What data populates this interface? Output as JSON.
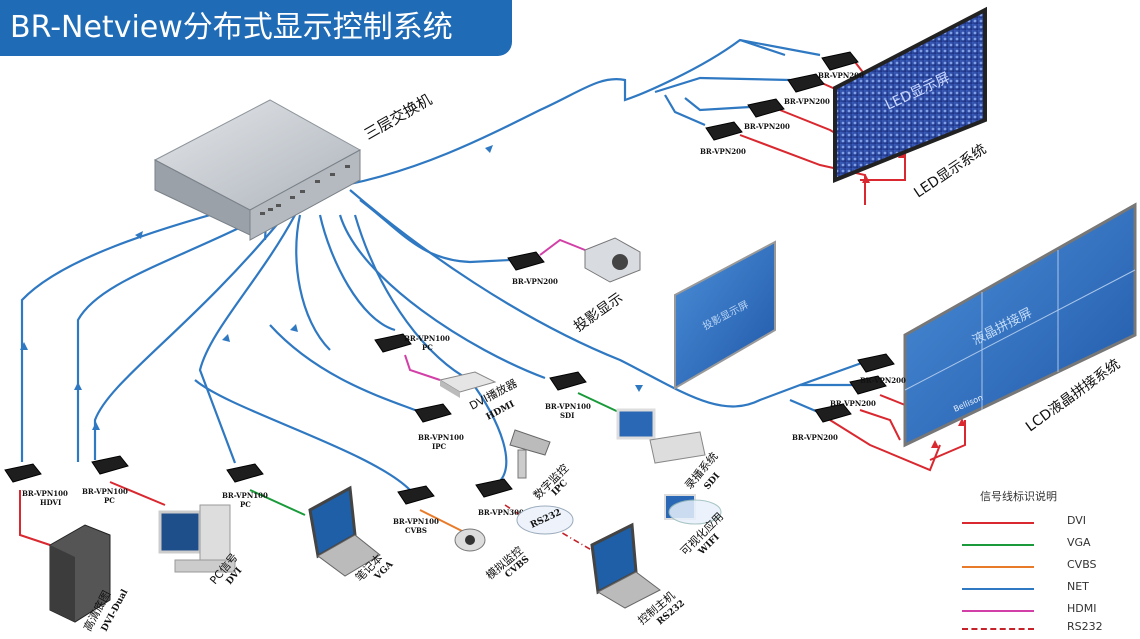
{
  "title": "BR-Netview分布式显示控制系统",
  "switch_label": "三层交换机",
  "displays": {
    "led": {
      "screen_text": "LED显示屏",
      "system_label": "LED显示系统"
    },
    "lcd": {
      "screen_text": "液晶拼接屏",
      "brand": "Bellison",
      "system_label": "LCD液晶拼接系统"
    },
    "projector": {
      "screen_text": "投影显示屏",
      "label": "投影显示"
    }
  },
  "encoders": {
    "led_1": "BR-VPN200",
    "led_2": "BR-VPN200",
    "led_3": "BR-VPN200",
    "led_4": "BR-VPN200",
    "projector": "BR-VPN200",
    "lcd_1": "BR-VPN200",
    "lcd_2": "BR-VPN200",
    "lcd_3": "BR-VPN200",
    "hdvi": {
      "model": "BR-VPN100",
      "port": "HDVI"
    },
    "pc_a": {
      "model": "BR-VPN100",
      "port": "PC"
    },
    "pc_b": {
      "model": "BR-VPN100",
      "port": "PC"
    },
    "pc_top": {
      "model": "BR-VPN100",
      "port": "PC"
    },
    "ipc": {
      "model": "BR-VPN100",
      "port": "IPC"
    },
    "sdi": {
      "model": "BR-VPN100",
      "port": "SDI"
    },
    "cvbs": {
      "model": "BR-VPN100",
      "port": "CVBS"
    },
    "vpn300": "BR-VPN300"
  },
  "sources": {
    "hd_server": {
      "name": "高清底图",
      "signal": "DVI-Dual"
    },
    "pc_signal": {
      "name": "PC信号",
      "signal": "DVI"
    },
    "laptop": {
      "name": "笔记本",
      "signal": "VGA"
    },
    "analog_cam": {
      "name": "模拟监控",
      "signal": "CVBS"
    },
    "control_host": {
      "name": "控制主机",
      "signal": "RS232"
    },
    "wifi_app": {
      "name": "可视化应用",
      "signal": "WIFI"
    },
    "dvi_player": {
      "name": "DVI播放器",
      "signal": "HDMI"
    },
    "ip_cam": {
      "name": "数字监控",
      "signal": "IPC"
    },
    "recorder": {
      "name": "录播系统",
      "signal": "SDI"
    },
    "rs232_cloud": "RS232"
  },
  "legend": {
    "title": "信号线标识说明",
    "items": [
      {
        "label": "DVI",
        "color": "#d9282f",
        "style": "solid"
      },
      {
        "label": "VGA",
        "color": "#1a9a3a",
        "style": "solid"
      },
      {
        "label": "CVBS",
        "color": "#e87b2a",
        "style": "solid"
      },
      {
        "label": "NET",
        "color": "#2f78c2",
        "style": "solid"
      },
      {
        "label": "HDMI",
        "color": "#d23fa7",
        "style": "solid"
      },
      {
        "label": "RS232",
        "color": "#c4232a",
        "style": "dashdot"
      }
    ]
  }
}
